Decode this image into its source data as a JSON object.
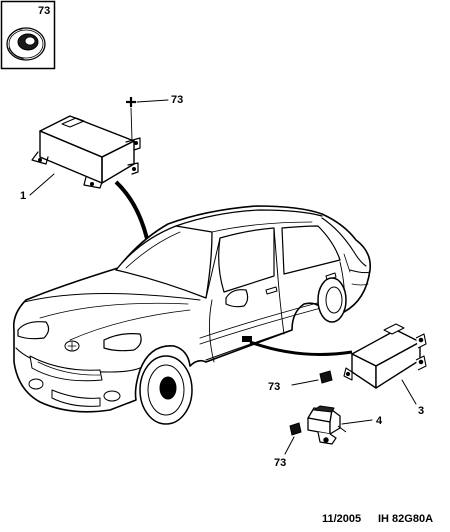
{
  "inset": {
    "callout": "73"
  },
  "callouts": {
    "top_washer": "73",
    "ecu": "1",
    "side_module": "3",
    "sensor": "4",
    "pad_upper": "73",
    "pad_lower": "73"
  },
  "footer": {
    "date": "11/2005",
    "reference": "IH 82G80A"
  }
}
